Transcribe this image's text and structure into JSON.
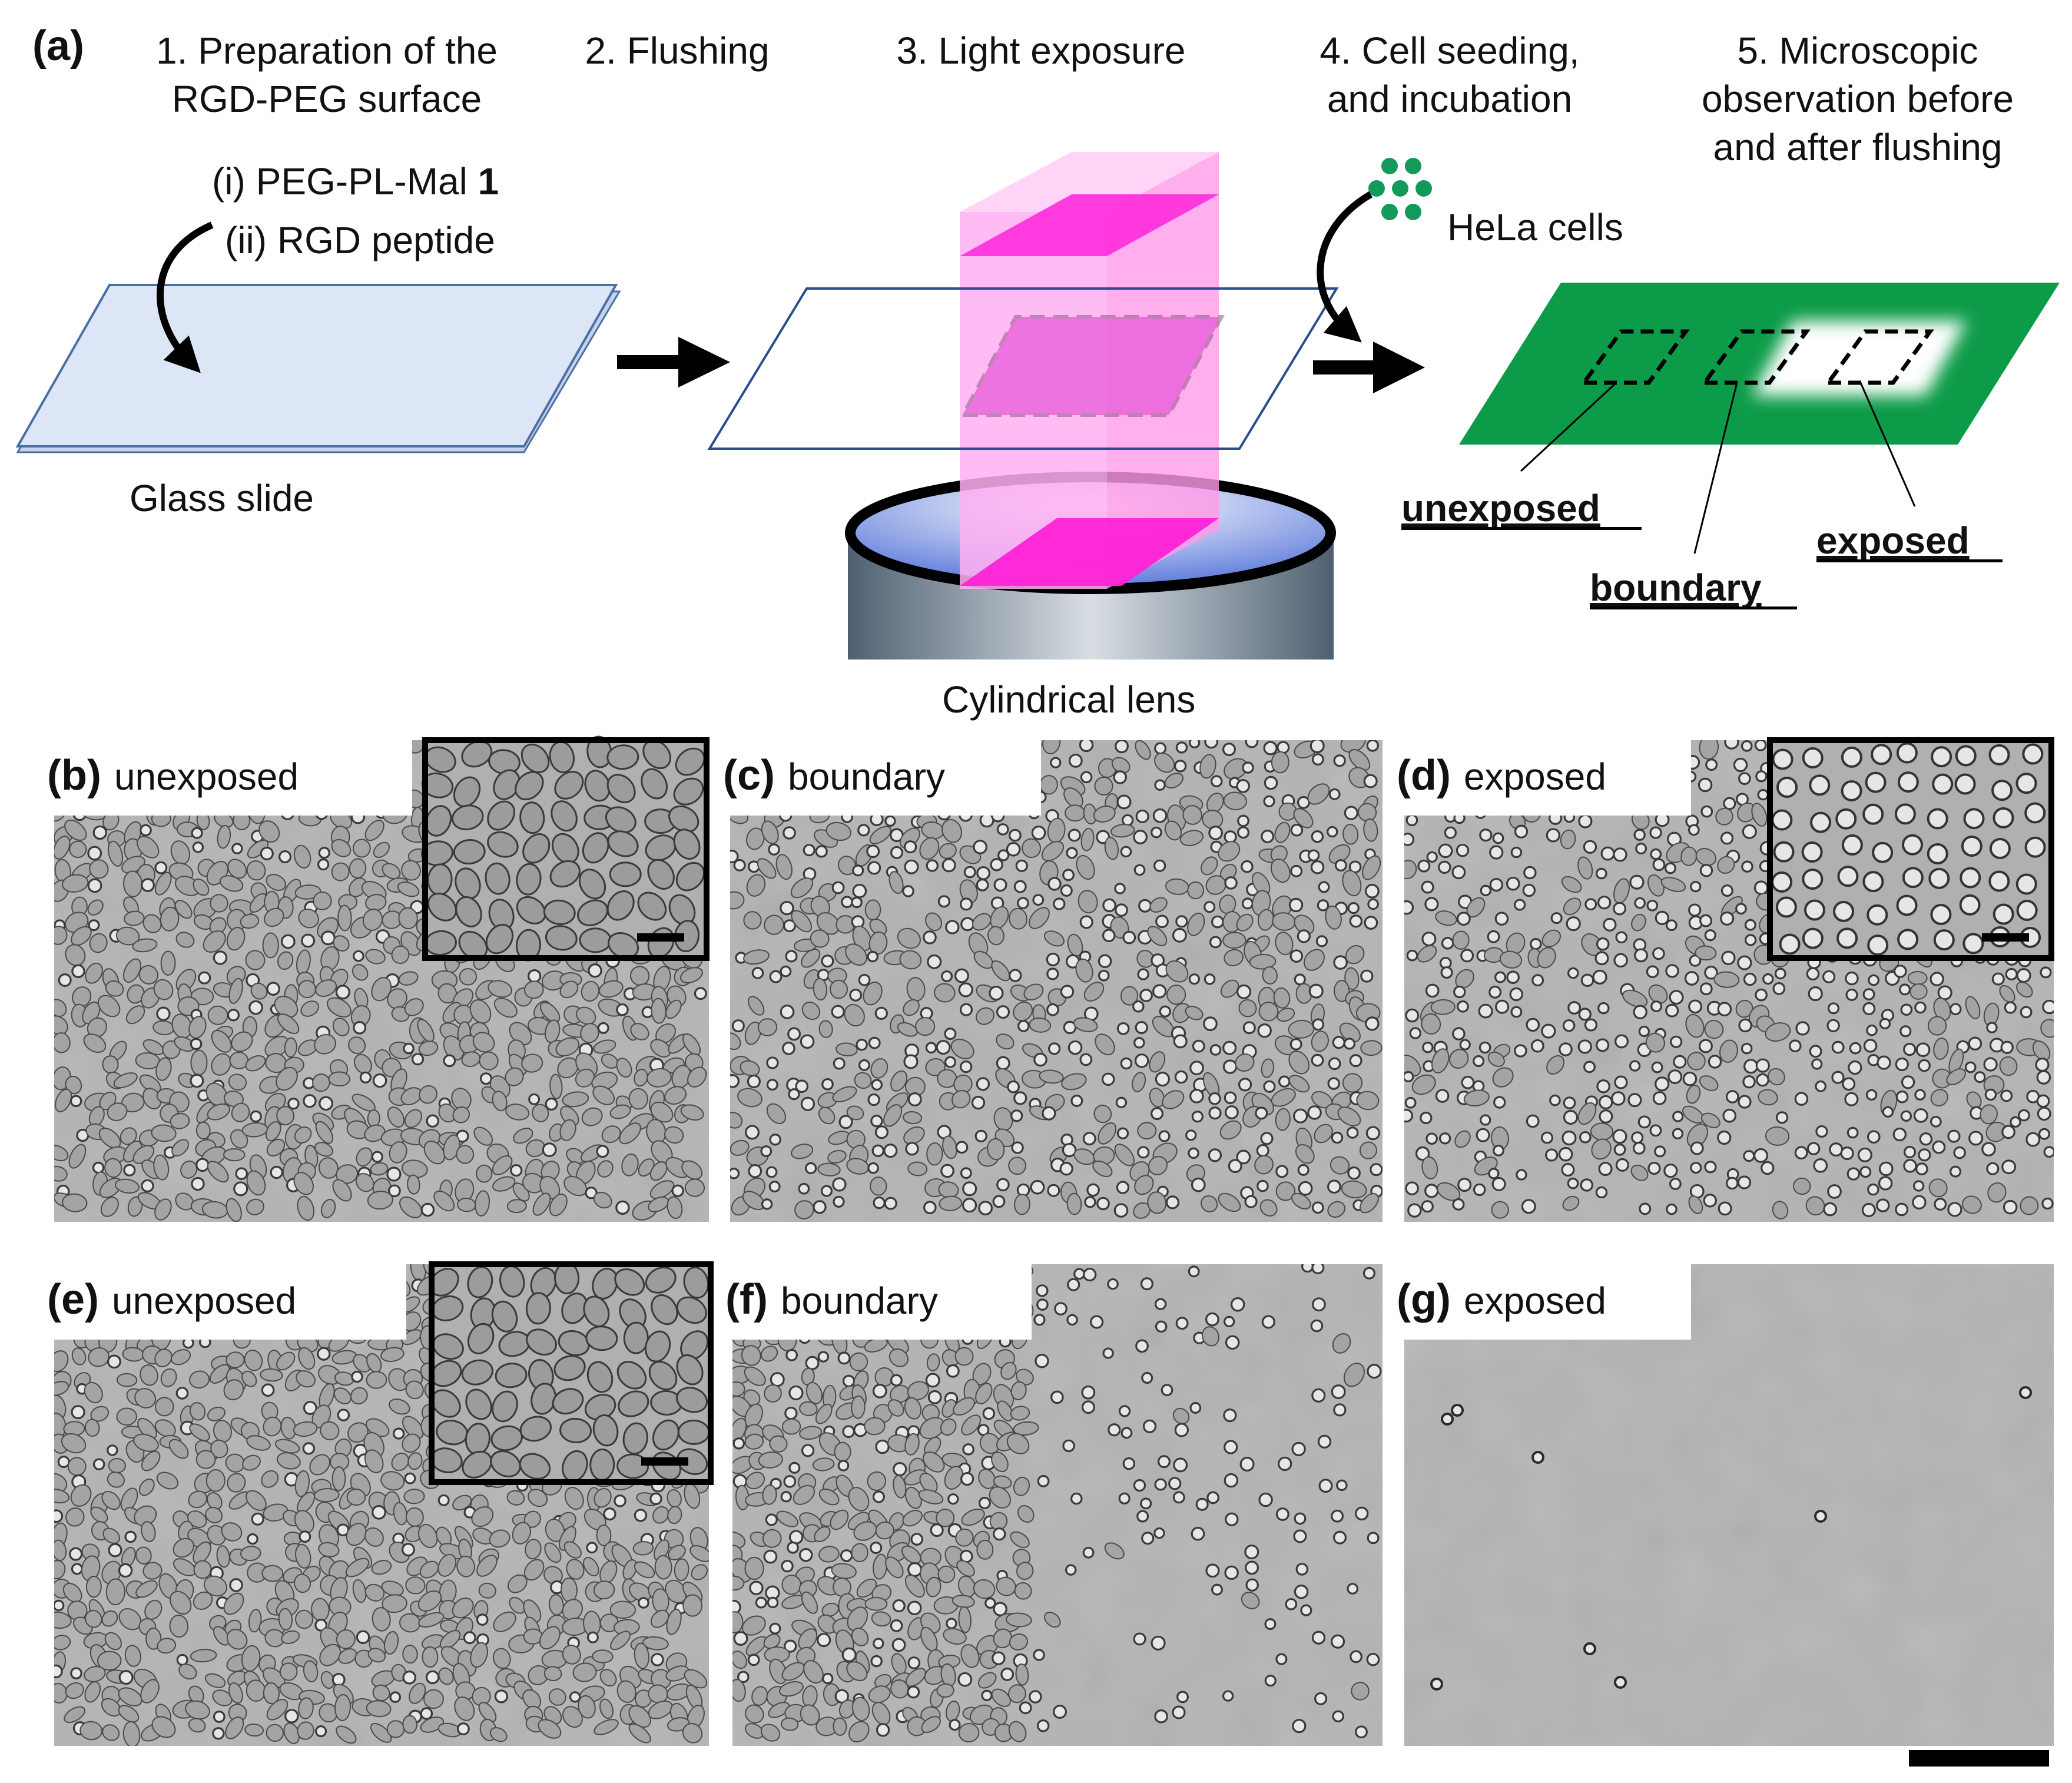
{
  "panel_a": {
    "letter": "(a)",
    "steps": [
      {
        "lines": [
          "1. Preparation of the",
          "RGD-PEG surface"
        ]
      },
      {
        "lines": [
          "2. Flushing"
        ]
      },
      {
        "lines": [
          "3. Light exposure"
        ]
      },
      {
        "lines": [
          "4. Cell seeding,",
          "and incubation"
        ]
      },
      {
        "lines": [
          "5. Microscopic",
          "observation before",
          "and after flushing"
        ]
      }
    ],
    "reagent_1_text": "(i) PEG-PL-Mal ",
    "reagent_1_number": "1",
    "reagent_2": "(ii) RGD peptide",
    "glass_slide_label": "Glass slide",
    "lens_label": "Cylindrical lens",
    "cells_label": "HeLa cells",
    "region_labels": {
      "unexposed": "unexposed",
      "boundary": "boundary",
      "exposed": "exposed"
    }
  },
  "micrographs": [
    {
      "letter": "(b)",
      "label": "unexposed",
      "has_inset": true
    },
    {
      "letter": "(c)",
      "label": "boundary",
      "has_inset": false
    },
    {
      "letter": "(d)",
      "label": "exposed",
      "has_inset": true
    },
    {
      "letter": "(e)",
      "label": "unexposed",
      "has_inset": true
    },
    {
      "letter": "(f)",
      "label": "boundary",
      "has_inset": false
    },
    {
      "letter": "(g)",
      "label": "exposed",
      "has_inset": false
    }
  ],
  "colors": {
    "glass_fill": "#dde6f6",
    "glass_edge": "#4a6fa5",
    "light_magenta": "#ff33dd",
    "light_beam": "#ffb0f2",
    "substrate_green": "#0c9b48",
    "cell_dot_green": "#139a5b",
    "micrograph_gray": "#b4b4b4"
  }
}
